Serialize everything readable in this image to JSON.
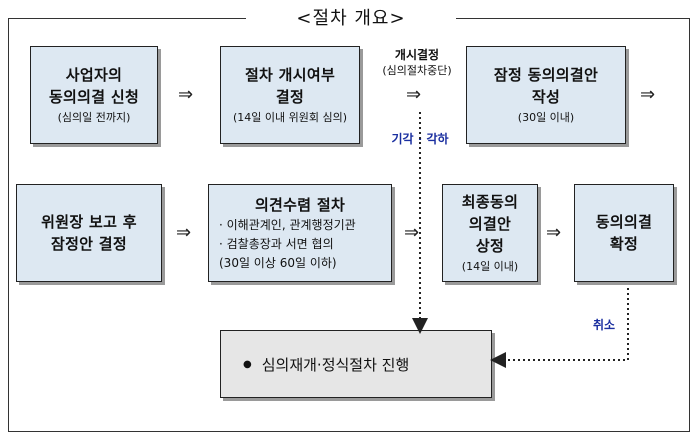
{
  "title": "<절차 개요>",
  "boxes": {
    "b1": {
      "title_lines": [
        "사업자의",
        "동의의결 신청"
      ],
      "sub": "(심의일 전까지)"
    },
    "b2": {
      "title_lines": [
        "절차 개시여부",
        "결정"
      ],
      "sub": "(14일 이내 위원회 심의)"
    },
    "b3": {
      "title_lines": [
        "잠정 동의의결안",
        "작성"
      ],
      "sub": "(30일 이내)"
    },
    "b4": {
      "title_lines": [
        "위원장 보고 후",
        "잠정안 결정"
      ]
    },
    "b5": {
      "title": "의견수렴 절차",
      "items": [
        "· 이해관계인, 관계행정기관",
        "· 검찰총장과 서면 협의",
        "(30일 이상 60일 이하)"
      ]
    },
    "b6": {
      "title_lines": [
        "최종동의",
        "의결안",
        "상정"
      ],
      "sub": "(14일 이내)"
    },
    "b7": {
      "title_lines": [
        "동의의결",
        "확정"
      ]
    }
  },
  "labels": {
    "gaesi": "개시결정",
    "gaesi_sub": "(심의절차중단)",
    "rejected": "기각 · 각하",
    "cancel": "취소"
  },
  "final": {
    "bullet": "●",
    "text": "심의재개·정식절차 진행"
  },
  "arrow_glyph": "⇒"
}
